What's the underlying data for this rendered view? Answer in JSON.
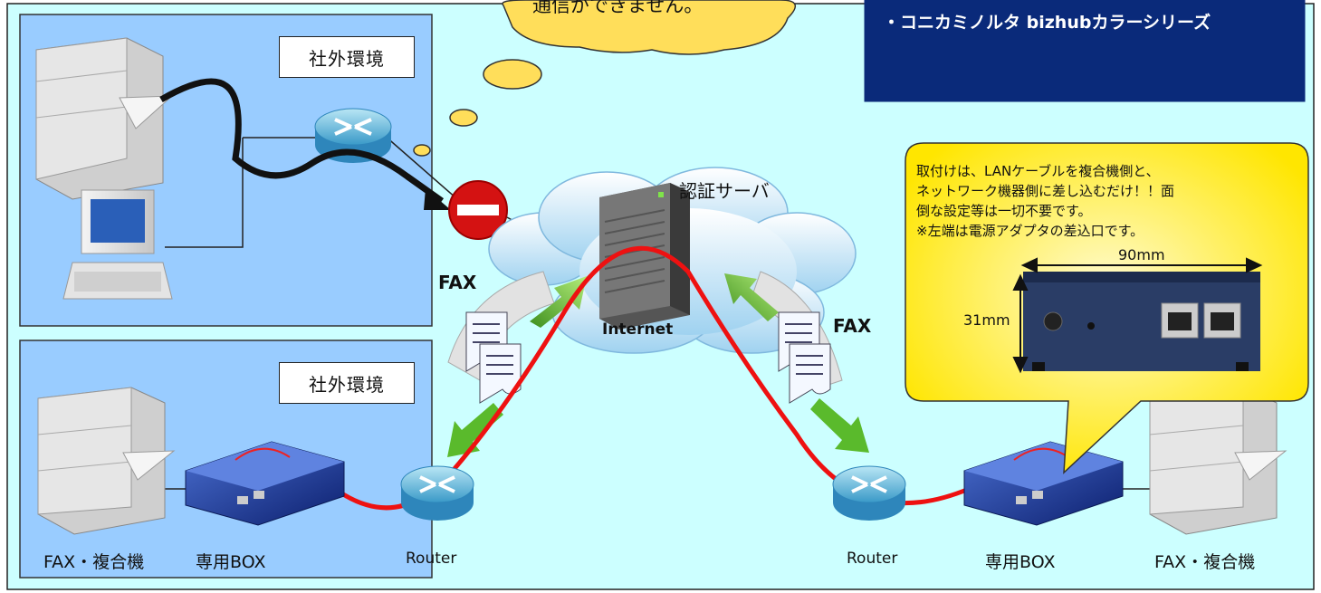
{
  "top_bubble": {
    "text": "通信ができません。"
  },
  "models_box": {
    "line1": "・コニカミノルタ bizhubカラーシリーズ"
  },
  "environments": {
    "top_label": "社外環境",
    "bottom_label": "社外環境"
  },
  "server": {
    "label": "認証サーバ"
  },
  "cloud": {
    "label": "Internet"
  },
  "fax_labels": {
    "left": "FAX",
    "right": "FAX"
  },
  "callout": {
    "line1": "取付けは、LANケーブルを複合機側と、",
    "line2": "ネットワーク機器側に差し込むだけ！！面",
    "line3": "倒な設定等は一切不要です。",
    "line4": "※左端は電源アダプタの差込口です。"
  },
  "dimensions": {
    "width": "90mm",
    "height": "31mm"
  },
  "device_labels": {
    "left_mfp": "FAX・複合機",
    "left_box": "専用BOX",
    "left_router": "Router",
    "right_router": "Router",
    "right_box": "専用BOX",
    "right_mfp": "FAX・複合機"
  },
  "colors": {
    "panel": "#ccffff",
    "env": "#99ccff",
    "navy": "#0a2a7a",
    "bubble": "#ffde5a",
    "cable": "#ee1111"
  }
}
